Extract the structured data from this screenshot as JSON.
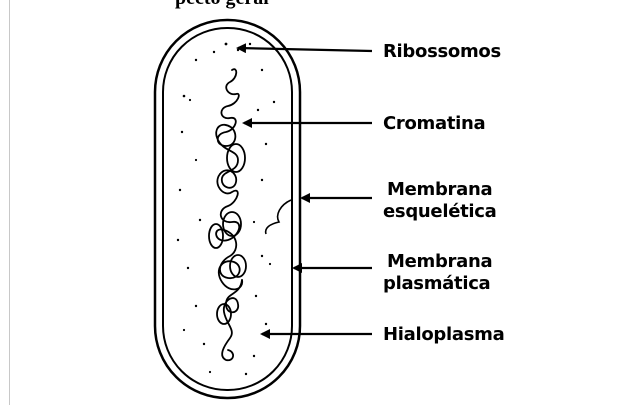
{
  "page": {
    "top_caption": "pecto geral"
  },
  "diagram": {
    "labels": {
      "ribossomos": "Ribossomos",
      "cromatina": "Cromatina",
      "membrana_esqueletica_1": "Membrana",
      "membrana_esqueletica_2": "esquelética",
      "membrana_plasmatica_1": "Membrana",
      "membrana_plasmatica_2": "plasmática",
      "hialoplasma": "Hialoplasma"
    },
    "colors": {
      "ink": "#000000",
      "background": "#ffffff"
    }
  }
}
